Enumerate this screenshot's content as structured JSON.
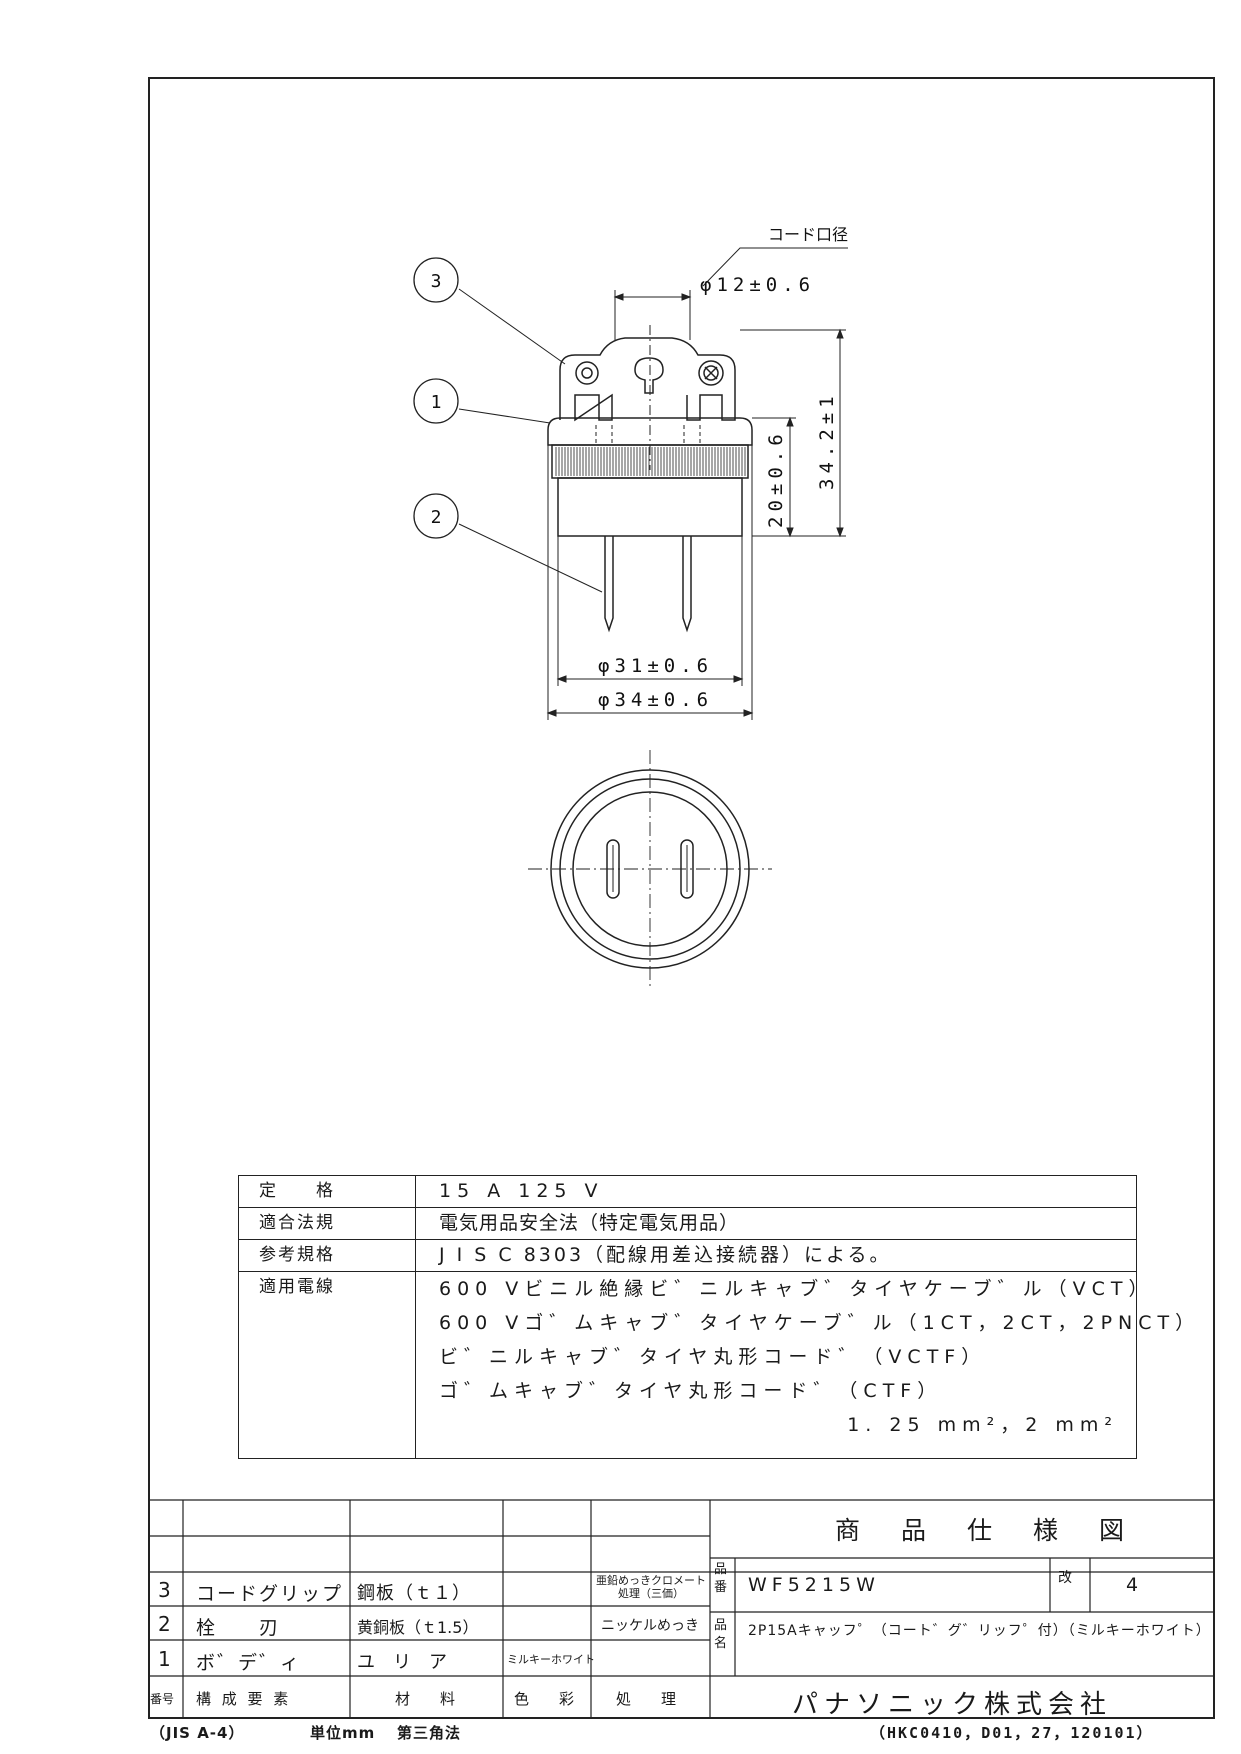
{
  "drawing": {
    "cord_label": "コード口径",
    "dim_cord": "φ12±0.6",
    "dim_height_total": "34.2±1",
    "dim_height_body": "20±0.6",
    "dim_inner": "φ31±0.6",
    "dim_outer": "φ34±0.6",
    "balloons": [
      "3",
      "1",
      "2"
    ]
  },
  "spec": {
    "rows": [
      {
        "label": "定　　格",
        "value": "15 A  125 V"
      },
      {
        "label": "適合法規",
        "value": "電気用品安全法（特定電気用品）"
      },
      {
        "label": "参考規格",
        "value": "J I S  C  8303（配線用差込接続器）による。"
      },
      {
        "label": "適用電線",
        "value": ""
      }
    ],
    "wires": [
      "600 Vビニル絶縁ビ゛ニルキャブ゛タイヤケーブ゛ル（VCT）",
      "600 Vゴ゛ムキャブ゛タイヤケーブ゛ル（1CT，2CT，2PNCT）",
      "ビ゛ニルキャブ゛タイヤ丸形コード゛（VCTF）",
      "ゴ゛ムキャブ゛タイヤ丸形コード゛（CTF）",
      "1. 25 mm²，2 mm²"
    ]
  },
  "parts_list": {
    "headers": [
      "番号",
      "構 成 要 素",
      "材　　料",
      "色　　彩",
      "処　　理"
    ],
    "rows": [
      {
        "no": "3",
        "part": "コードグリップ",
        "material": "鋼板（ｔ１）",
        "color": "",
        "finish": "亜鉛めっきクロメート処理（三価）"
      },
      {
        "no": "2",
        "part": "栓　　刃",
        "material": "黄銅板（ｔ1.5）",
        "color": "",
        "finish": "ニッケルめっき"
      },
      {
        "no": "1",
        "part": "ボ゛デ゛ィ",
        "material": "ユ　リ　ア",
        "color": "ミルキーホワイト",
        "finish": ""
      }
    ]
  },
  "title_block": {
    "doc_title": "商　品　仕　様　図",
    "part_no_label": "品番",
    "part_no": "WF5215W",
    "rev_label": "改",
    "rev": "4",
    "name_label": "品名",
    "name": "2P15Aキャッフ゜（コート゛グ゛リッフ゜付）（ミルキーホワイト）",
    "company": "パナソニック株式会社"
  },
  "footer": {
    "standard": "（JIS A-4）",
    "unit": "単位mm",
    "projection": "第三角法",
    "code": "（HKC0410，D01，27，120101）"
  }
}
